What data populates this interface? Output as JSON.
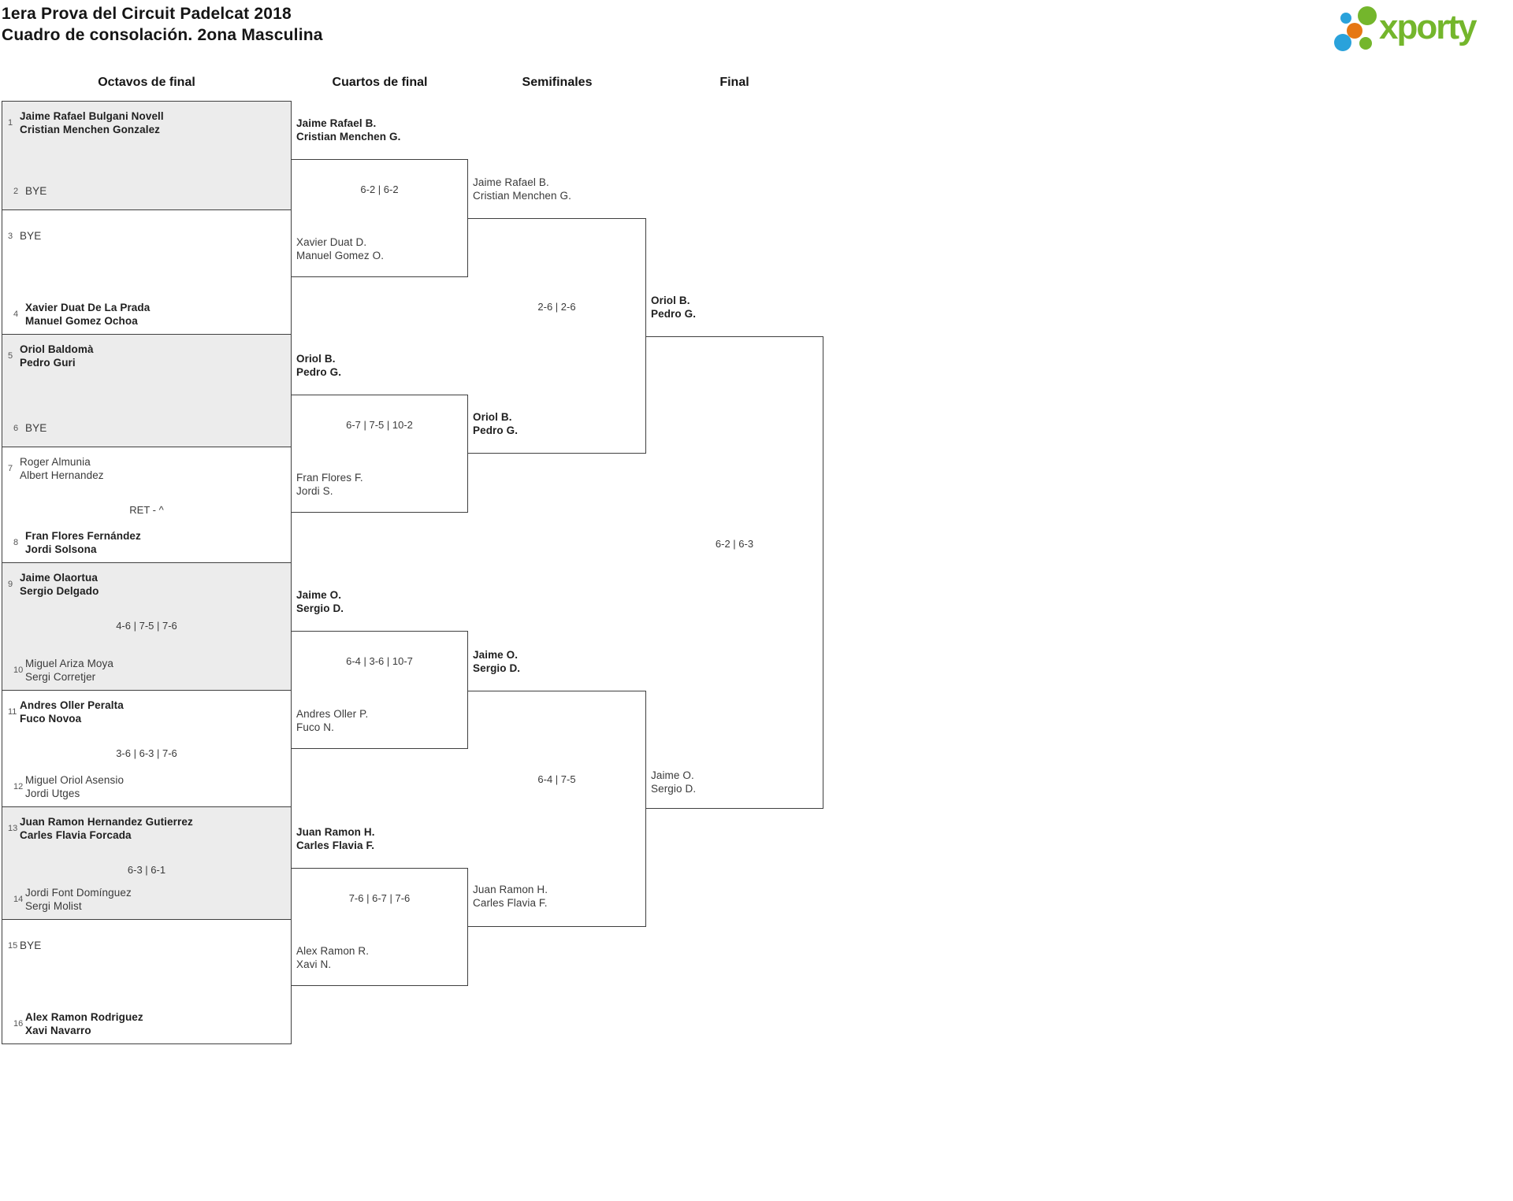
{
  "header": {
    "title_line1": "1era Prova del Circuit Padelcat 2018",
    "title_line2": "Cuadro de consolación. 2ona Masculina"
  },
  "logo": {
    "text": "xporty"
  },
  "colors": {
    "accent_green": "#74b62c",
    "accent_blue": "#2aa2db",
    "accent_orange": "#e67714",
    "box_gray": "#ececec",
    "border": "#3f3f3f"
  },
  "columns": [
    "Octavos de final",
    "Cuartos de final",
    "Semifinales",
    "Final"
  ],
  "rounds": {
    "r16": [
      {
        "seed_a": "1",
        "team_a": [
          "Jaime Rafael Bulgani Novell",
          "Cristian Menchen Gonzalez"
        ],
        "seed_b": "2",
        "team_b": [
          "BYE"
        ],
        "score": ""
      },
      {
        "seed_a": "3",
        "team_a": [
          "BYE"
        ],
        "seed_b": "4",
        "team_b": [
          "Xavier Duat De La Prada",
          "Manuel Gomez Ochoa"
        ],
        "score": ""
      },
      {
        "seed_a": "5",
        "team_a": [
          "Oriol Baldomà",
          "Pedro Guri"
        ],
        "seed_b": "6",
        "team_b": [
          "BYE"
        ],
        "score": ""
      },
      {
        "seed_a": "7",
        "team_a": [
          "Roger Almunia",
          "Albert Hernandez"
        ],
        "seed_b": "8",
        "team_b": [
          "Fran Flores Fernández",
          "Jordi Solsona"
        ],
        "score": "RET - ^"
      },
      {
        "seed_a": "9",
        "team_a": [
          "Jaime Olaortua",
          "Sergio Delgado"
        ],
        "seed_b": "10",
        "team_b": [
          "Miguel Ariza Moya",
          "Sergi Corretjer"
        ],
        "score": "4-6 | 7-5 | 7-6"
      },
      {
        "seed_a": "11",
        "team_a": [
          "Andres Oller Peralta",
          "Fuco Novoa"
        ],
        "seed_b": "12",
        "team_b": [
          "Miguel Oriol Asensio",
          "Jordi Utges"
        ],
        "score": "3-6 | 6-3 | 7-6"
      },
      {
        "seed_a": "13",
        "team_a": [
          "Juan Ramon Hernandez Gutierrez",
          "Carles Flavia Forcada"
        ],
        "seed_b": "14",
        "team_b": [
          "Jordi Font Domínguez",
          "Sergi Molist"
        ],
        "score": "6-3 | 6-1"
      },
      {
        "seed_a": "15",
        "team_a": [
          "BYE"
        ],
        "seed_b": "16",
        "team_b": [
          "Alex Ramon Rodriguez",
          "Xavi Navarro"
        ],
        "score": ""
      }
    ],
    "qf": [
      {
        "team_a": [
          "Jaime Rafael B.",
          "Cristian Menchen G."
        ],
        "team_b": [
          "Xavier Duat D.",
          "Manuel Gomez O."
        ],
        "score": "6-2 | 6-2"
      },
      {
        "team_a": [
          "Oriol B.",
          "Pedro G."
        ],
        "team_b": [
          "Fran Flores F.",
          "Jordi S."
        ],
        "score": "6-7 | 7-5 | 10-2"
      },
      {
        "team_a": [
          "Jaime O.",
          "Sergio D."
        ],
        "team_b": [
          "Andres Oller P.",
          "Fuco N."
        ],
        "score": "6-4 | 3-6 | 10-7"
      },
      {
        "team_a": [
          "Juan Ramon H.",
          "Carles Flavia F."
        ],
        "team_b": [
          "Alex Ramon R.",
          "Xavi N."
        ],
        "score": "7-6 | 6-7 | 7-6"
      }
    ],
    "sf": [
      {
        "team_a": [
          "Jaime Rafael B.",
          "Cristian Menchen G."
        ],
        "team_b": [
          "Oriol B.",
          "Pedro G."
        ],
        "score": "2-6 | 2-6"
      },
      {
        "team_a": [
          "Jaime O.",
          "Sergio D."
        ],
        "team_b": [
          "Juan Ramon H.",
          "Carles Flavia F."
        ],
        "score": "6-4 | 7-5"
      }
    ],
    "final": {
      "team_a": [
        "Oriol B.",
        "Pedro G."
      ],
      "team_b": [
        "Jaime O.",
        "Sergio D."
      ],
      "score": "6-2 | 6-3"
    }
  }
}
